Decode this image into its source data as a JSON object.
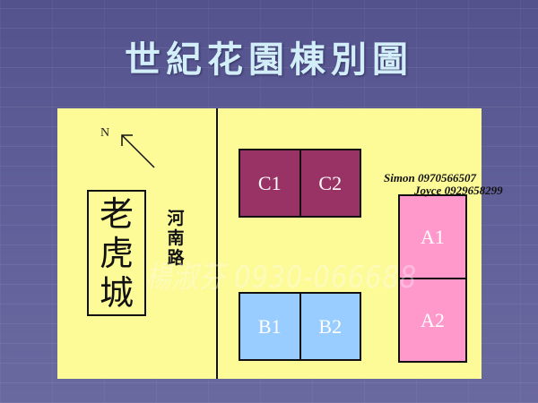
{
  "title": "世紀花園棟別圖",
  "map": {
    "north_label": "N",
    "landmark": {
      "chars": [
        "老",
        "虎",
        "城"
      ]
    },
    "road": {
      "chars": [
        "河",
        "南",
        "路"
      ]
    },
    "colors": {
      "background_panel": "#fdfa98",
      "block_c": "#993366",
      "block_b": "#99ccff",
      "block_a": "#ff99cc"
    },
    "blocks": {
      "C": [
        "C1",
        "C2"
      ],
      "B": [
        "B1",
        "B2"
      ],
      "A": [
        "A1",
        "A2"
      ]
    },
    "contacts": [
      {
        "name": "Simon",
        "phone": "0970566507"
      },
      {
        "name": "Joyce",
        "phone": "0929658299"
      }
    ],
    "watermark": "楊淑芬 0930-066688"
  }
}
